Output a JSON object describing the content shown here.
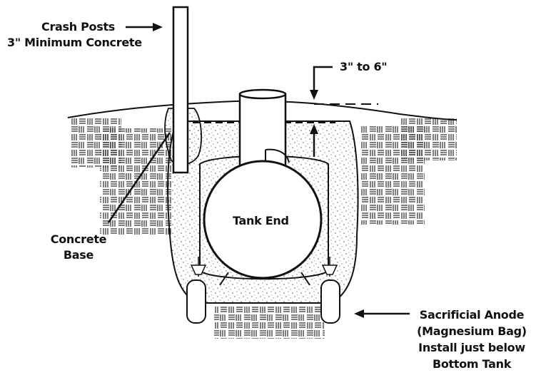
{
  "labels": {
    "crash_posts_line1": "Crash Posts",
    "crash_posts_line2": "3\" Minimum Concrete",
    "depth": "3\" to 6\"",
    "tank_end": "Tank End",
    "concrete_line1": "Concrete",
    "concrete_line2": "Base",
    "anode_line1": "Sacrificial Anode",
    "anode_line2": "(Magnesium Bag)",
    "anode_line3": "Install just below",
    "anode_line4": "Bottom Tank"
  }
}
